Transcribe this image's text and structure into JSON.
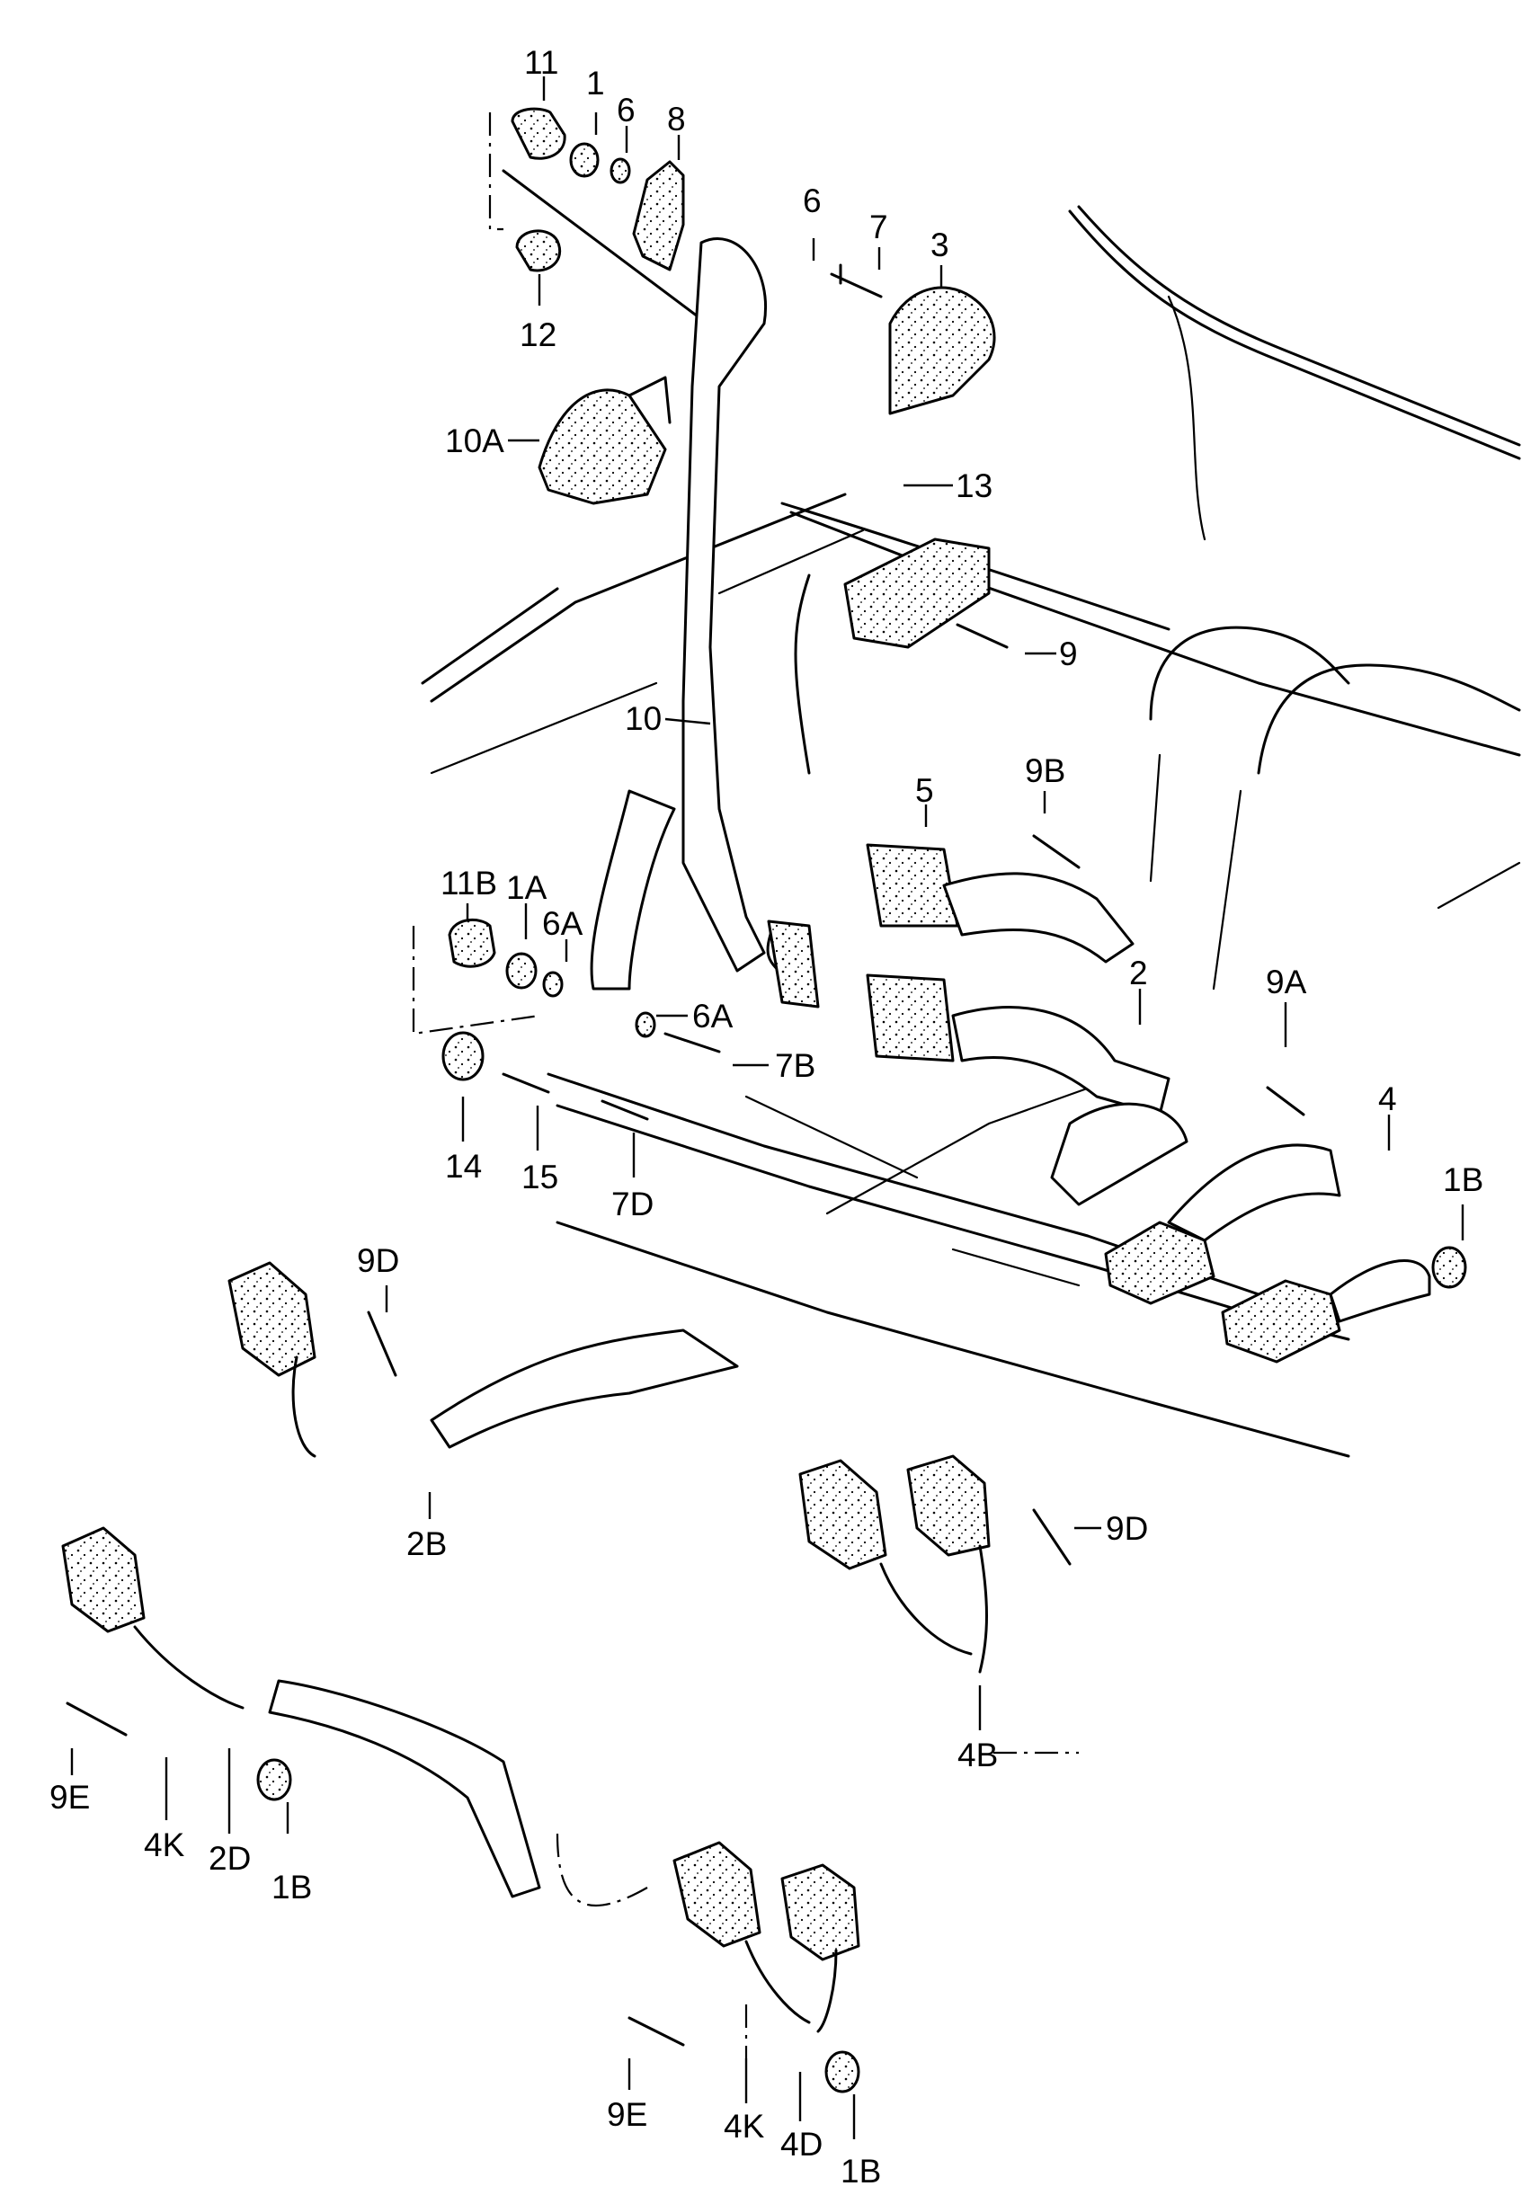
{
  "diagram": {
    "labels": {
      "l11": "11",
      "l1": "1",
      "l6a_top": "6",
      "l8": "8",
      "l12": "12",
      "l6b": "6",
      "l7": "7",
      "l3": "3",
      "l10a": "10A",
      "l13": "13",
      "l9": "9",
      "l10": "10",
      "l9b": "9B",
      "l5": "5",
      "l11b": "11B",
      "l1a": "1A",
      "l6a": "6A",
      "l6a2": "6A",
      "l7b": "7B",
      "l2": "2",
      "l9a": "9A",
      "l4": "4",
      "l1b_r": "1B",
      "l14": "14",
      "l15": "15",
      "l7d": "7D",
      "l9d_top": "9D",
      "l2b": "2B",
      "l9d_mid": "9D",
      "l4b": "4B",
      "l9e_left": "9E",
      "l4k_left": "4K",
      "l2d": "2D",
      "l1b_left": "1B",
      "l9e_bot": "9E",
      "l4k_bot": "4K",
      "l4d": "4D",
      "l1b_bot": "1B"
    }
  }
}
